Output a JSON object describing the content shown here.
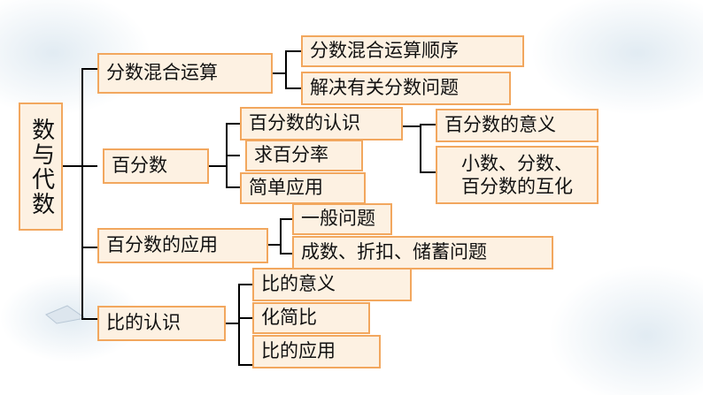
{
  "root": {
    "label": "数与代数"
  },
  "branches": [
    {
      "label": "分数混合运算",
      "children": [
        {
          "label": "分数混合运算顺序"
        },
        {
          "label": "解决有关分数问题"
        }
      ]
    },
    {
      "label": "百分数",
      "children": [
        {
          "label": "百分数的认识",
          "children": [
            {
              "label": "百分数的意义"
            },
            {
              "label": "小数、分数、",
              "label2": "百分数的互化"
            }
          ]
        },
        {
          "label": "求百分率"
        },
        {
          "label": "简单应用"
        }
      ]
    },
    {
      "label": "百分数的应用",
      "children": [
        {
          "label": "一般问题"
        },
        {
          "label": "成数、折扣、储蓄问题"
        }
      ]
    },
    {
      "label": "比的认识",
      "children": [
        {
          "label": "比的意义"
        },
        {
          "label": "化简比"
        },
        {
          "label": "比的应用"
        }
      ]
    }
  ],
  "colors": {
    "box_fill": "#fdf1e2",
    "box_border": "#f2a75e",
    "line": "#000000",
    "wash": "#c9dbe8"
  }
}
